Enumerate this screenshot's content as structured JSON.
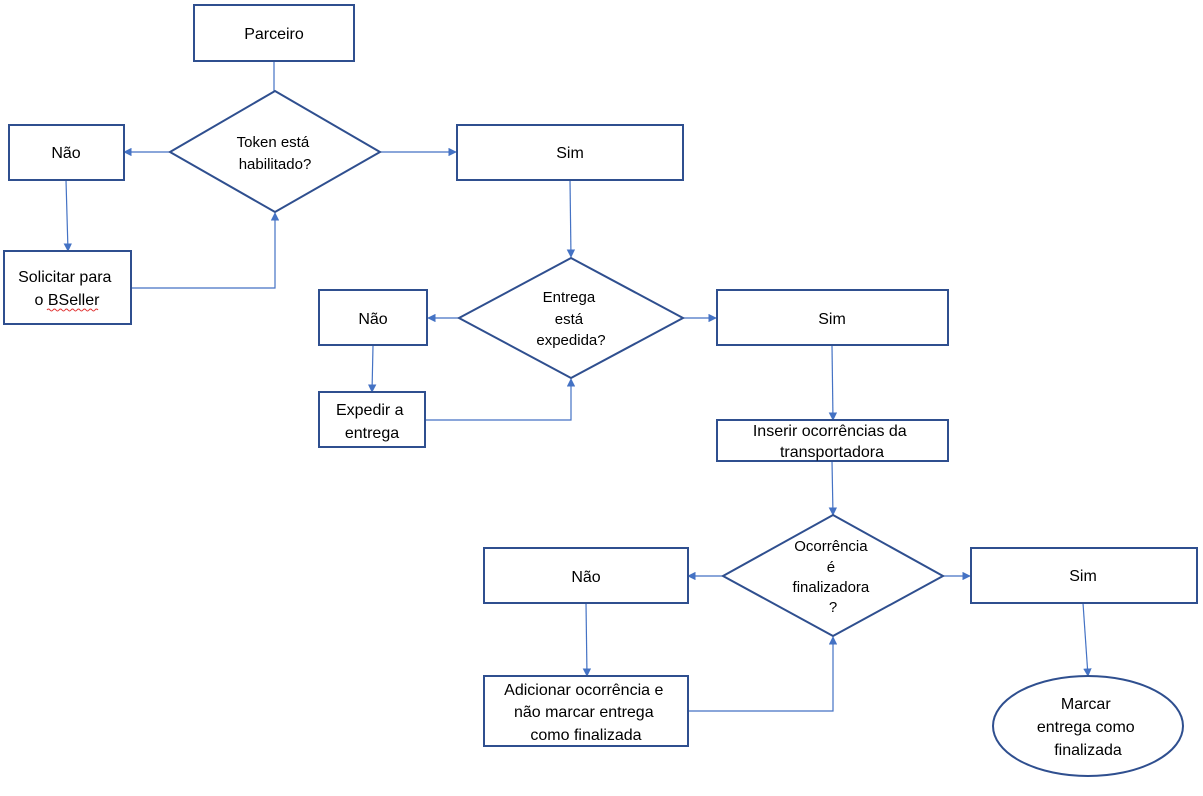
{
  "colors": {
    "shape_stroke": "#2f4f8f",
    "connector": "#4472c4",
    "text": "#000000",
    "background": "#ffffff"
  },
  "nodes": {
    "parceiro": {
      "lines": [
        "Parceiro"
      ]
    },
    "token_decision": {
      "lines": [
        "Token está",
        "habilitado?"
      ]
    },
    "token_nao": {
      "lines": [
        "Não"
      ]
    },
    "token_sim": {
      "lines": [
        "Sim"
      ]
    },
    "solicitar": {
      "lines": [
        "Solicitar para",
        "o BSeller"
      ]
    },
    "entrega_decision": {
      "lines": [
        "Entrega",
        "está",
        "expedida?"
      ]
    },
    "entrega_nao": {
      "lines": [
        "Não"
      ]
    },
    "entrega_sim": {
      "lines": [
        "Sim"
      ]
    },
    "expedir": {
      "lines": [
        "Expedir a",
        "entrega"
      ]
    },
    "inserir": {
      "lines": [
        "Inserir ocorrências da",
        "transportadora"
      ]
    },
    "ocorrencia_decision": {
      "lines": [
        "Ocorrência",
        "é",
        "finalizadora",
        "?"
      ]
    },
    "ocorrencia_nao": {
      "lines": [
        "Não"
      ]
    },
    "ocorrencia_sim": {
      "lines": [
        "Sim"
      ]
    },
    "adicionar": {
      "lines": [
        "Adicionar ocorrência e",
        "não marcar entrega",
        "como finalizada"
      ]
    },
    "marcar": {
      "lines": [
        "Marcar",
        "entrega como",
        "finalizada"
      ]
    }
  }
}
